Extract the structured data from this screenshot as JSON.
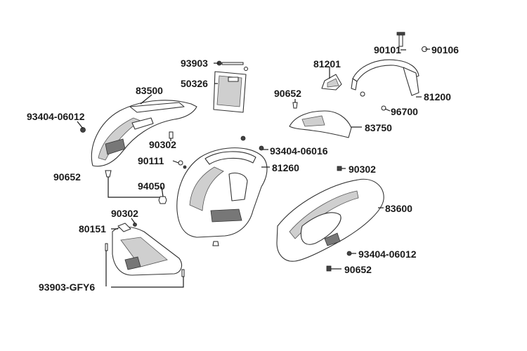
{
  "labels": {
    "l_90101": "90101",
    "l_90106": "90106",
    "l_81201": "81201",
    "l_93903": "93903",
    "l_50326": "50326",
    "l_83500": "83500",
    "l_90652_a": "90652",
    "l_81200": "81200",
    "l_96700": "96700",
    "l_93404_06012_a": "93404-06012",
    "l_83750": "83750",
    "l_90302_a": "90302",
    "l_93404_06016": "93404-06016",
    "l_90111": "90111",
    "l_81260": "81260",
    "l_90652_b": "90652",
    "l_90302_b": "90302",
    "l_94050": "94050",
    "l_83600": "83600",
    "l_90302_c": "90302",
    "l_80151": "80151",
    "l_93404_06012_b": "93404-06012",
    "l_90652_c": "90652",
    "l_93903_gfy6": "93903-GFY6"
  }
}
